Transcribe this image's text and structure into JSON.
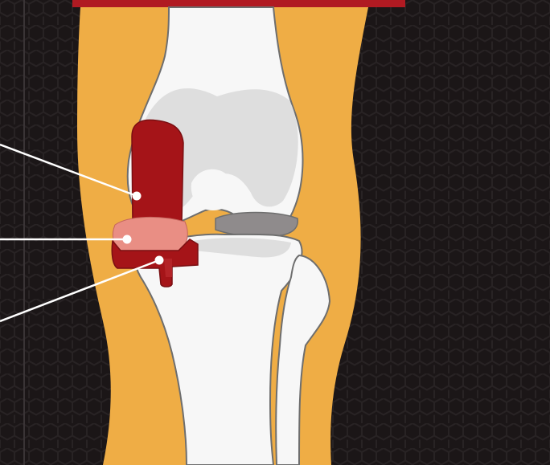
{
  "figure": {
    "colors": {
      "background_dark": "#1b1617",
      "hex_pattern": "#2a2426",
      "soft_tissue": "#efad45",
      "bone_white": "#f7f7f7",
      "bone_grey": "#dedede",
      "cartilage_grey": "#8f8b8c",
      "outline": "#6e6e6e",
      "lesion_dark_red": "#a51418",
      "lesion_pink": "#e98e84",
      "top_banner_red": "#b01a22",
      "leader_line": "#ffffff",
      "marker_dot": "#ffffff"
    },
    "elements": {
      "femur": "bone",
      "tibia": "bone",
      "fibula": "bone",
      "meniscus": "cartilage",
      "lesion_upper": "red-lesion",
      "lesion_middle": "pink-lesion",
      "lesion_lower": "red-lesion",
      "top_banner": "red-banner"
    },
    "callouts": [
      {
        "name": "callout-upper-lesion"
      },
      {
        "name": "callout-middle-lesion"
      },
      {
        "name": "callout-lower-lesion"
      }
    ]
  }
}
